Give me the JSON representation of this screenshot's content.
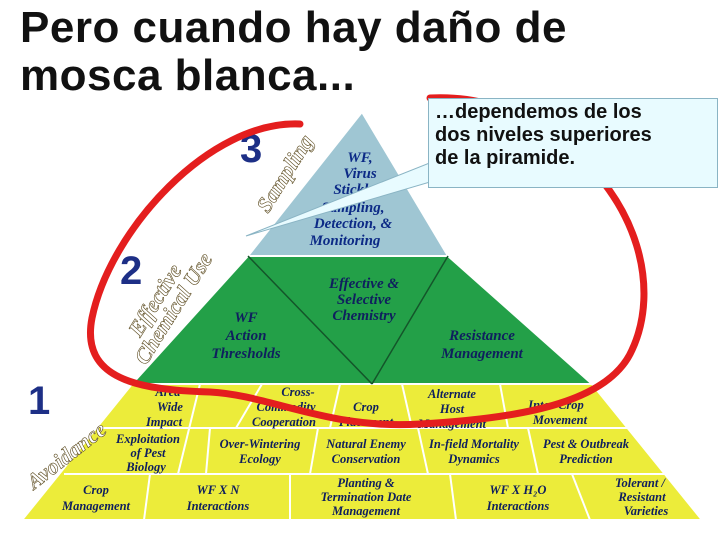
{
  "slide": {
    "title_lines": [
      "Pero cuando hay daño de",
      "mosca blanca..."
    ],
    "callout_lines": [
      "…dependemos de los",
      "dos niveles superiores",
      "de la piramide."
    ]
  },
  "levels": {
    "top_number": "3",
    "middle_number": "2",
    "bottom_number": "1",
    "top_side_label": "Sampling",
    "middle_side_label_1": "Effective",
    "middle_side_label_2": "Chemical Use",
    "bottom_side_label": "Avoidance"
  },
  "pyramid": {
    "top": {
      "lines": [
        "WF,",
        "Virus",
        "Stickless",
        "Sampling,",
        "Detection, &",
        "Monitoring"
      ]
    },
    "middle": {
      "center": [
        "Effective &",
        "Selective",
        "Chemistry"
      ],
      "left": [
        "WF",
        "Action",
        "Thresholds"
      ],
      "right": [
        "Resistance",
        "Management"
      ]
    },
    "bottom": {
      "row1": [
        [
          "Area-",
          "Wide",
          "Impact"
        ],
        [
          "Cross-",
          "Commodity",
          "Cooperation"
        ],
        [
          "Crop",
          "Placement"
        ],
        [
          "Alternate",
          "Host",
          "Management"
        ],
        [
          "Inter-Crop",
          "Movement"
        ]
      ],
      "row2": [
        [
          "Exploitation",
          "of Pest",
          "Biology"
        ],
        [
          "Over-Wintering",
          "Ecology"
        ],
        [
          "Natural Enemy",
          "Conservation"
        ],
        [
          "In-field Mortality",
          "Dynamics"
        ],
        [
          "Pest & Outbreak",
          "Prediction"
        ]
      ],
      "row3": [
        [
          "Crop",
          "Management"
        ],
        [
          "WF X N",
          "Interactions"
        ],
        [
          "Planting &",
          "Termination Date",
          "Management"
        ],
        [
          "WF X H₂O",
          "Interactions"
        ],
        [
          "Tolerant /",
          "Resistant",
          "Varieties"
        ]
      ]
    }
  },
  "colors": {
    "top_fill": "#9fc6d3",
    "middle_fill": "#23a048",
    "bottom_fill": "#ecec3a",
    "top_text": "#0c2a86",
    "middle_text": "#0f1f5e",
    "bottom_text": "#0f1f5e",
    "number_color": "#1d2f86",
    "highlight_circle": "#e41e1e"
  }
}
